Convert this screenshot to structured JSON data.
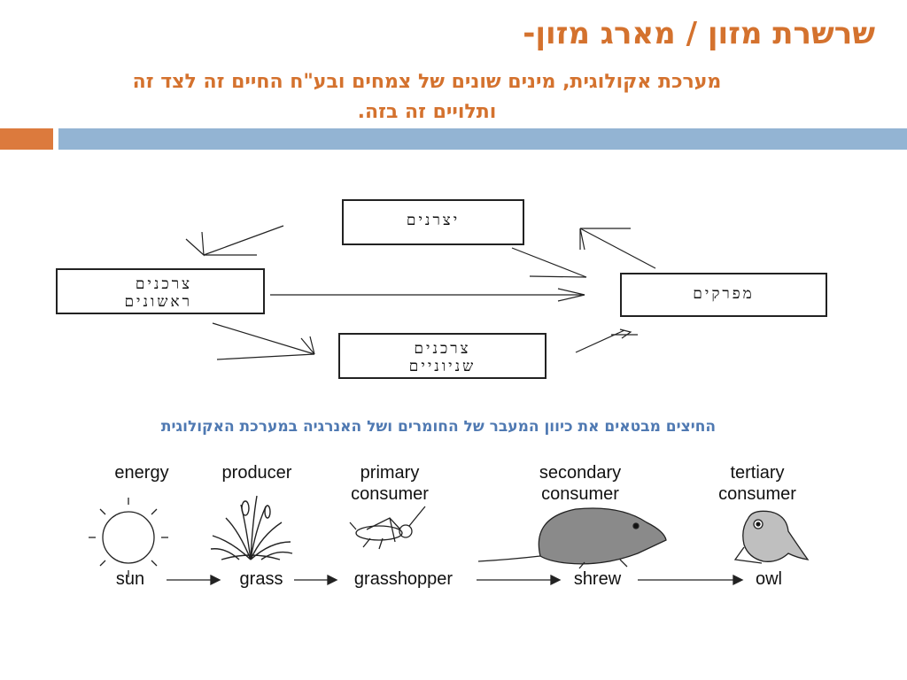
{
  "slide": {
    "title": "שרשרת מזון / מארג מזון-",
    "subtitle_line1": "מערכת אקולוגית, מינים שונים של צמחים ובע\"ח החיים זה לצד זה",
    "subtitle_line2": "ותלויים זה בזה.",
    "caption": "החיצים מבטאים את כיוון המעבר של החומרים ושל האנרגיה במערכת האקולוגית"
  },
  "web": {
    "producers": "יצרנים",
    "primary_line1": "צרכנים",
    "primary_line2": "ראשונים",
    "secondary_line1": "צרכנים",
    "secondary_line2": "שניוניים",
    "decomposers": "מפרקים"
  },
  "chain": {
    "levels": [
      {
        "label_line1": "energy",
        "label_line2": "",
        "name": "sun",
        "icon": "sun-icon"
      },
      {
        "label_line1": "producer",
        "label_line2": "",
        "name": "grass",
        "icon": "grass-icon"
      },
      {
        "label_line1": "primary",
        "label_line2": "consumer",
        "name": "grasshopper",
        "icon": "grasshopper-icon"
      },
      {
        "label_line1": "secondary",
        "label_line2": "consumer",
        "name": "shrew",
        "icon": "shrew-icon"
      },
      {
        "label_line1": "tertiary",
        "label_line2": "consumer",
        "name": "owl",
        "icon": "owl-icon"
      }
    ]
  },
  "colors": {
    "title": "#d4722e",
    "accent_orange": "#dc7a3d",
    "accent_blue": "#93b4d3",
    "caption": "#4f79b2"
  }
}
